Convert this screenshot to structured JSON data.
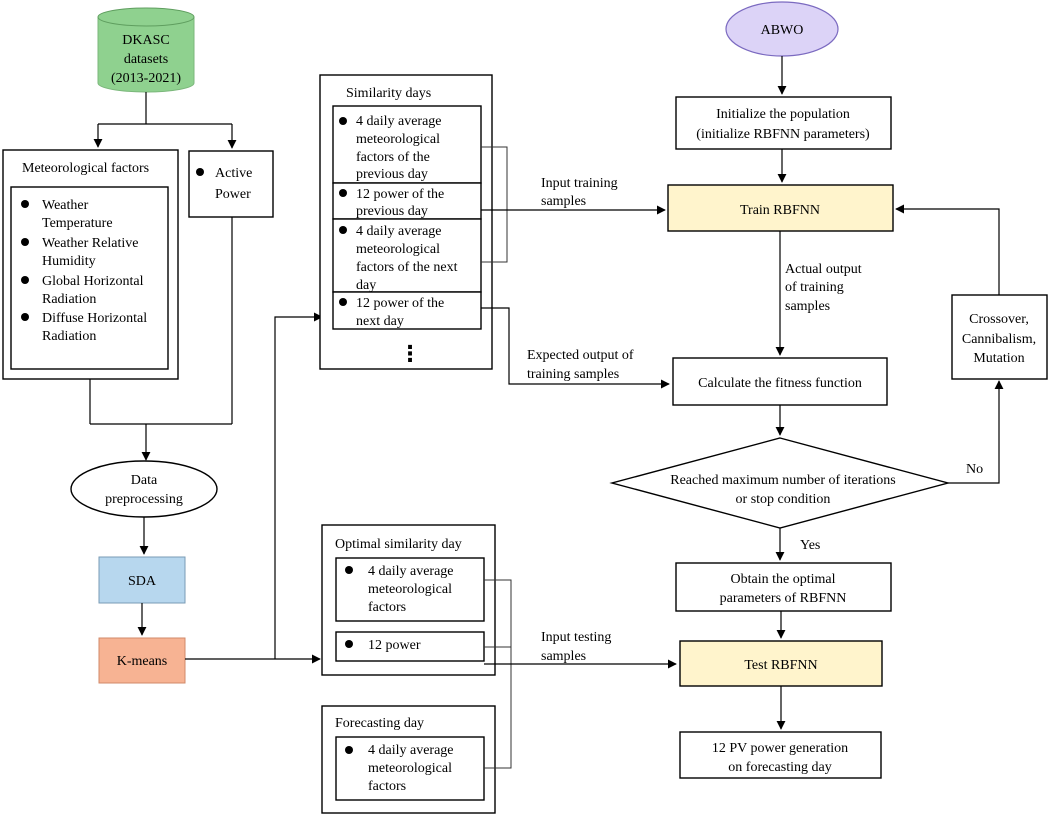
{
  "colors": {
    "dataset_fill": "#8fd18f",
    "abwo_fill": "#dcd3f7",
    "train_test_fill": "#fff4cc",
    "sda_fill": "#b7d7ee",
    "kmeans_fill": "#f7b393"
  },
  "dataset": {
    "lines": [
      "DKASC",
      "datasets",
      "(2013-2021)"
    ]
  },
  "meteorological": {
    "title": "Meteorological factors",
    "items": [
      [
        "Weather",
        "Temperature"
      ],
      [
        "Weather Relative",
        "Humidity"
      ],
      [
        "Global Horizontal",
        "Radiation"
      ],
      [
        "Diffuse Horizontal",
        "Radiation"
      ]
    ]
  },
  "active_power": {
    "lines": [
      "Active",
      "Power"
    ]
  },
  "preprocessing": {
    "lines": [
      "Data",
      "preprocessing"
    ]
  },
  "sda": {
    "label": "SDA"
  },
  "kmeans": {
    "label": "K-means"
  },
  "similarity_days": {
    "title": "Similarity days",
    "items": [
      [
        "4 daily average",
        "meteorological",
        "factors of the",
        "previous day"
      ],
      [
        "12 power of the",
        "previous day"
      ],
      [
        "4 daily average",
        "meteorological",
        "factors of the next",
        "day"
      ],
      [
        "12 power of the",
        "next day"
      ]
    ],
    "ellipsis": "⋮"
  },
  "optimal_day": {
    "title": "Optimal similarity day",
    "items": [
      [
        "4 daily average",
        "meteorological",
        "factors"
      ],
      [
        "12 power"
      ]
    ]
  },
  "forecasting_day": {
    "title": "Forecasting day",
    "items": [
      [
        "4 daily average",
        "meteorological",
        "factors"
      ]
    ]
  },
  "abwo": {
    "label": "ABWO"
  },
  "initialize": {
    "lines": [
      "Initialize the population",
      "(initialize RBFNN parameters)"
    ]
  },
  "train": {
    "label": "Train RBFNN"
  },
  "fitness": {
    "label": "Calculate the fitness function"
  },
  "decision": {
    "lines": [
      "Reached maximum number of iterations",
      "or stop condition"
    ]
  },
  "crossover": {
    "lines": [
      "Crossover,",
      "Cannibalism,",
      "Mutation"
    ]
  },
  "obtain": {
    "lines": [
      "Obtain the optimal",
      "parameters of RBFNN"
    ]
  },
  "test": {
    "label": "Test RBFNN"
  },
  "output": {
    "lines": [
      "12 PV power generation",
      "on forecasting day"
    ]
  },
  "edge_labels": {
    "input_training": [
      "Input training",
      "samples"
    ],
    "actual_output": [
      "Actual output",
      "of training",
      "samples"
    ],
    "expected_output": [
      "Expected output of",
      "training samples"
    ],
    "no": "No",
    "yes": "Yes",
    "input_testing": [
      "Input testing",
      "samples"
    ]
  }
}
